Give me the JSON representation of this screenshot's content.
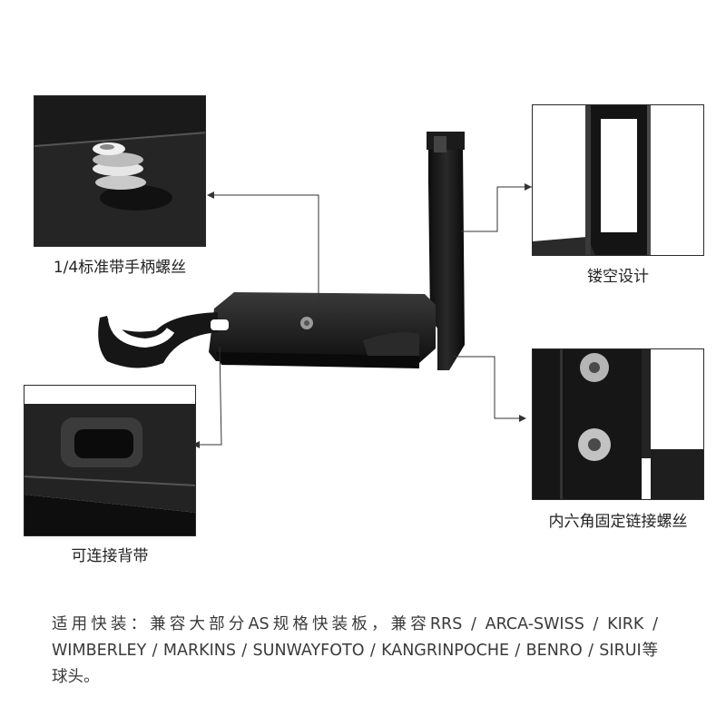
{
  "callouts": {
    "screw": {
      "label": "1/4标准带手柄螺丝"
    },
    "hollow": {
      "label": "镂空设计"
    },
    "strap": {
      "label": "可连接背带"
    },
    "hex": {
      "label": "内六角固定链接螺丝"
    }
  },
  "compatibility": {
    "text": "适用快装：兼容大部分AS规格快装板，兼容RRS / ARCA-SWISS / KIRK / WIMBERLEY / MARKINS / SUNWAYFOTO / KANGRINPOCHE / BENRO / SIRUI等球头。"
  },
  "colors": {
    "bracket": "#1a1a1a",
    "panel_border": "#2a2a2a",
    "text": "#3a3a3a"
  }
}
